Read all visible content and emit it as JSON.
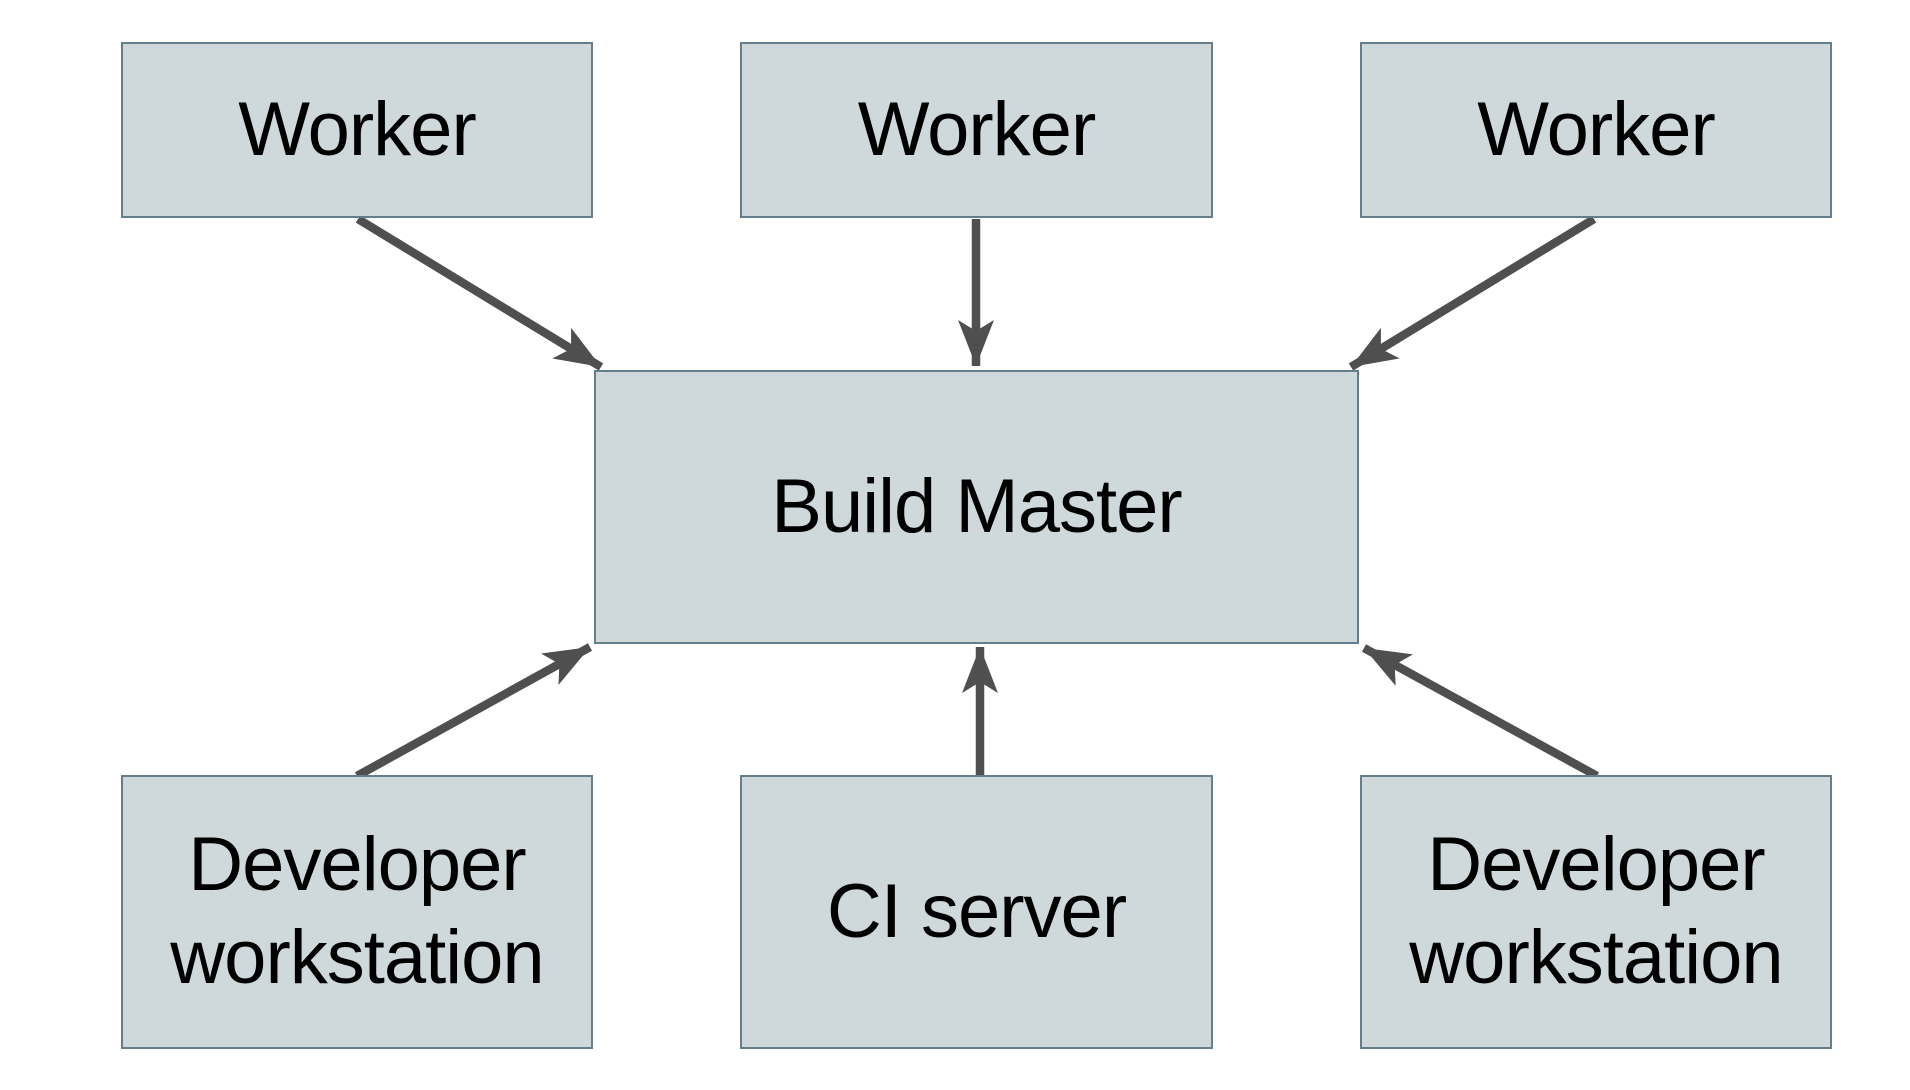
{
  "diagram": {
    "type": "architecture-diagram",
    "nodes": {
      "worker_1": {
        "label": "Worker"
      },
      "worker_2": {
        "label": "Worker"
      },
      "worker_3": {
        "label": "Worker"
      },
      "build_master": {
        "label": "Build Master"
      },
      "dev_workstation_left": {
        "label": "Developer workstation"
      },
      "ci_server": {
        "label": "CI server"
      },
      "dev_workstation_right": {
        "label": "Developer workstation"
      }
    },
    "arrows": [
      {
        "from": "worker_1",
        "to": "build_master",
        "direction": "down-right"
      },
      {
        "from": "worker_2",
        "to": "build_master",
        "direction": "down"
      },
      {
        "from": "worker_3",
        "to": "build_master",
        "direction": "down-left"
      },
      {
        "from": "dev_workstation_left",
        "to": "build_master",
        "direction": "up-right"
      },
      {
        "from": "ci_server",
        "to": "build_master",
        "direction": "up"
      },
      {
        "from": "dev_workstation_right",
        "to": "build_master",
        "direction": "up-left"
      }
    ],
    "colors": {
      "background": "#ffffff",
      "node_fill": "#cfd8da",
      "node_border": "#647e8b",
      "arrow": "#4f4f4f",
      "text": "#000000"
    }
  }
}
